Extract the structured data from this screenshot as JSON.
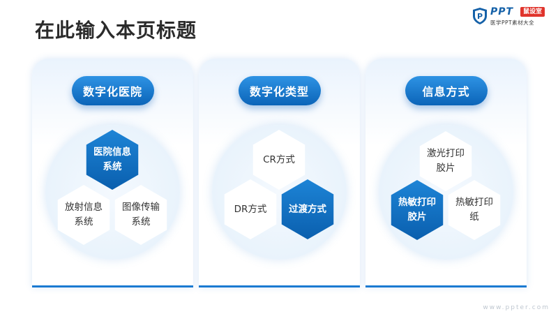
{
  "title": "在此输入本页标题",
  "logo": {
    "brand": "PPT",
    "badge": "鼠设室",
    "subtitle": "医学PPT素材大全"
  },
  "cards": [
    {
      "heading": "数字化医院",
      "top": "医院信息系统",
      "left": "放射信息系统",
      "right": "图像传输系统"
    },
    {
      "heading": "数字化类型",
      "top": "CR方式",
      "left": "DR方式",
      "right": "过渡方式"
    },
    {
      "heading": "信息方式",
      "top": "激光打印胶片",
      "left": "热敏打印胶片",
      "right": "热敏打印纸"
    }
  ],
  "watermark": "www.ppter.com",
  "colors": {
    "accent": "#0b64b8",
    "accent_light": "#2e93e4",
    "title": "#2b2b2b"
  }
}
